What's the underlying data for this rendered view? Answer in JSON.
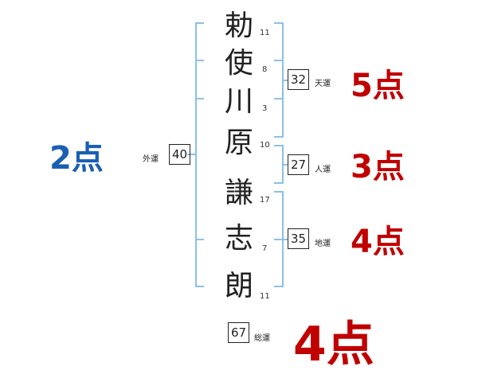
{
  "name_chars": [
    {
      "char": "勅",
      "strokes": "11"
    },
    {
      "char": "使",
      "strokes": "8"
    },
    {
      "char": "川",
      "strokes": "3"
    },
    {
      "char": "原",
      "strokes": "10"
    },
    {
      "char": "謙",
      "strokes": "17"
    },
    {
      "char": "志",
      "strokes": "7"
    },
    {
      "char": "朗",
      "strokes": "11"
    }
  ],
  "fortunes": {
    "tenun": {
      "label": "天運",
      "value": "32",
      "score": "5点"
    },
    "jinun": {
      "label": "人運",
      "value": "27",
      "score": "3点"
    },
    "chiun": {
      "label": "地運",
      "value": "35",
      "score": "4点"
    },
    "gaiun": {
      "label": "外運",
      "value": "40",
      "score": "2点"
    },
    "souun": {
      "label": "総運",
      "value": "67",
      "score": "4点"
    }
  },
  "colors": {
    "red": "#c00000",
    "blue": "#1a5fb4",
    "bracket": "#8cc0e6"
  }
}
